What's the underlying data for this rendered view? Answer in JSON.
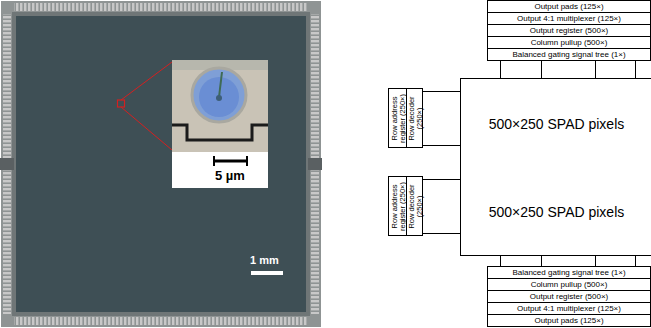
{
  "diagram": {
    "nodes": [
      {
        "text": [
          "Output pads (125×)"
        ]
      },
      {
        "text": [
          "Output 4:1 multiplexer (125×)"
        ]
      },
      {
        "text": [
          "Output register (500×)"
        ]
      },
      {
        "text": [
          "Column pullup (500×)"
        ]
      },
      {
        "text": [
          "Balanced gating signal tree (1×)"
        ]
      },
      {
        "text": [
          "Row address register (250×)"
        ]
      },
      {
        "text": [
          "Row decoder (250×)"
        ]
      },
      {
        "text": [
          "500×250 SPAD pixels"
        ]
      },
      {
        "text": [
          "Row address register (250×)"
        ]
      },
      {
        "text": [
          "Row decoder (250×)"
        ]
      },
      {
        "text": [
          "500×250 SPAD pixels"
        ]
      },
      {
        "text": [
          "Balanced gating signal tree (1×)"
        ]
      },
      {
        "text": [
          "Column pullup (500×)"
        ]
      },
      {
        "text": [
          "Output register (500×)"
        ]
      },
      {
        "text": [
          "Output 4:1 multiplexer (125×)"
        ]
      },
      {
        "text": [
          "Output pads (125×)"
        ]
      }
    ],
    "edges": [
      {
        "from": 4,
        "to": 7,
        "arrow": "none"
      },
      {
        "from": 6,
        "to": 7,
        "arrow": "none"
      },
      {
        "from": 9,
        "to": 10,
        "arrow": "none"
      },
      {
        "from": 11,
        "to": 10,
        "arrow": "none"
      }
    ],
    "labels": [
      "5 µm",
      "1 mm"
    ]
  }
}
